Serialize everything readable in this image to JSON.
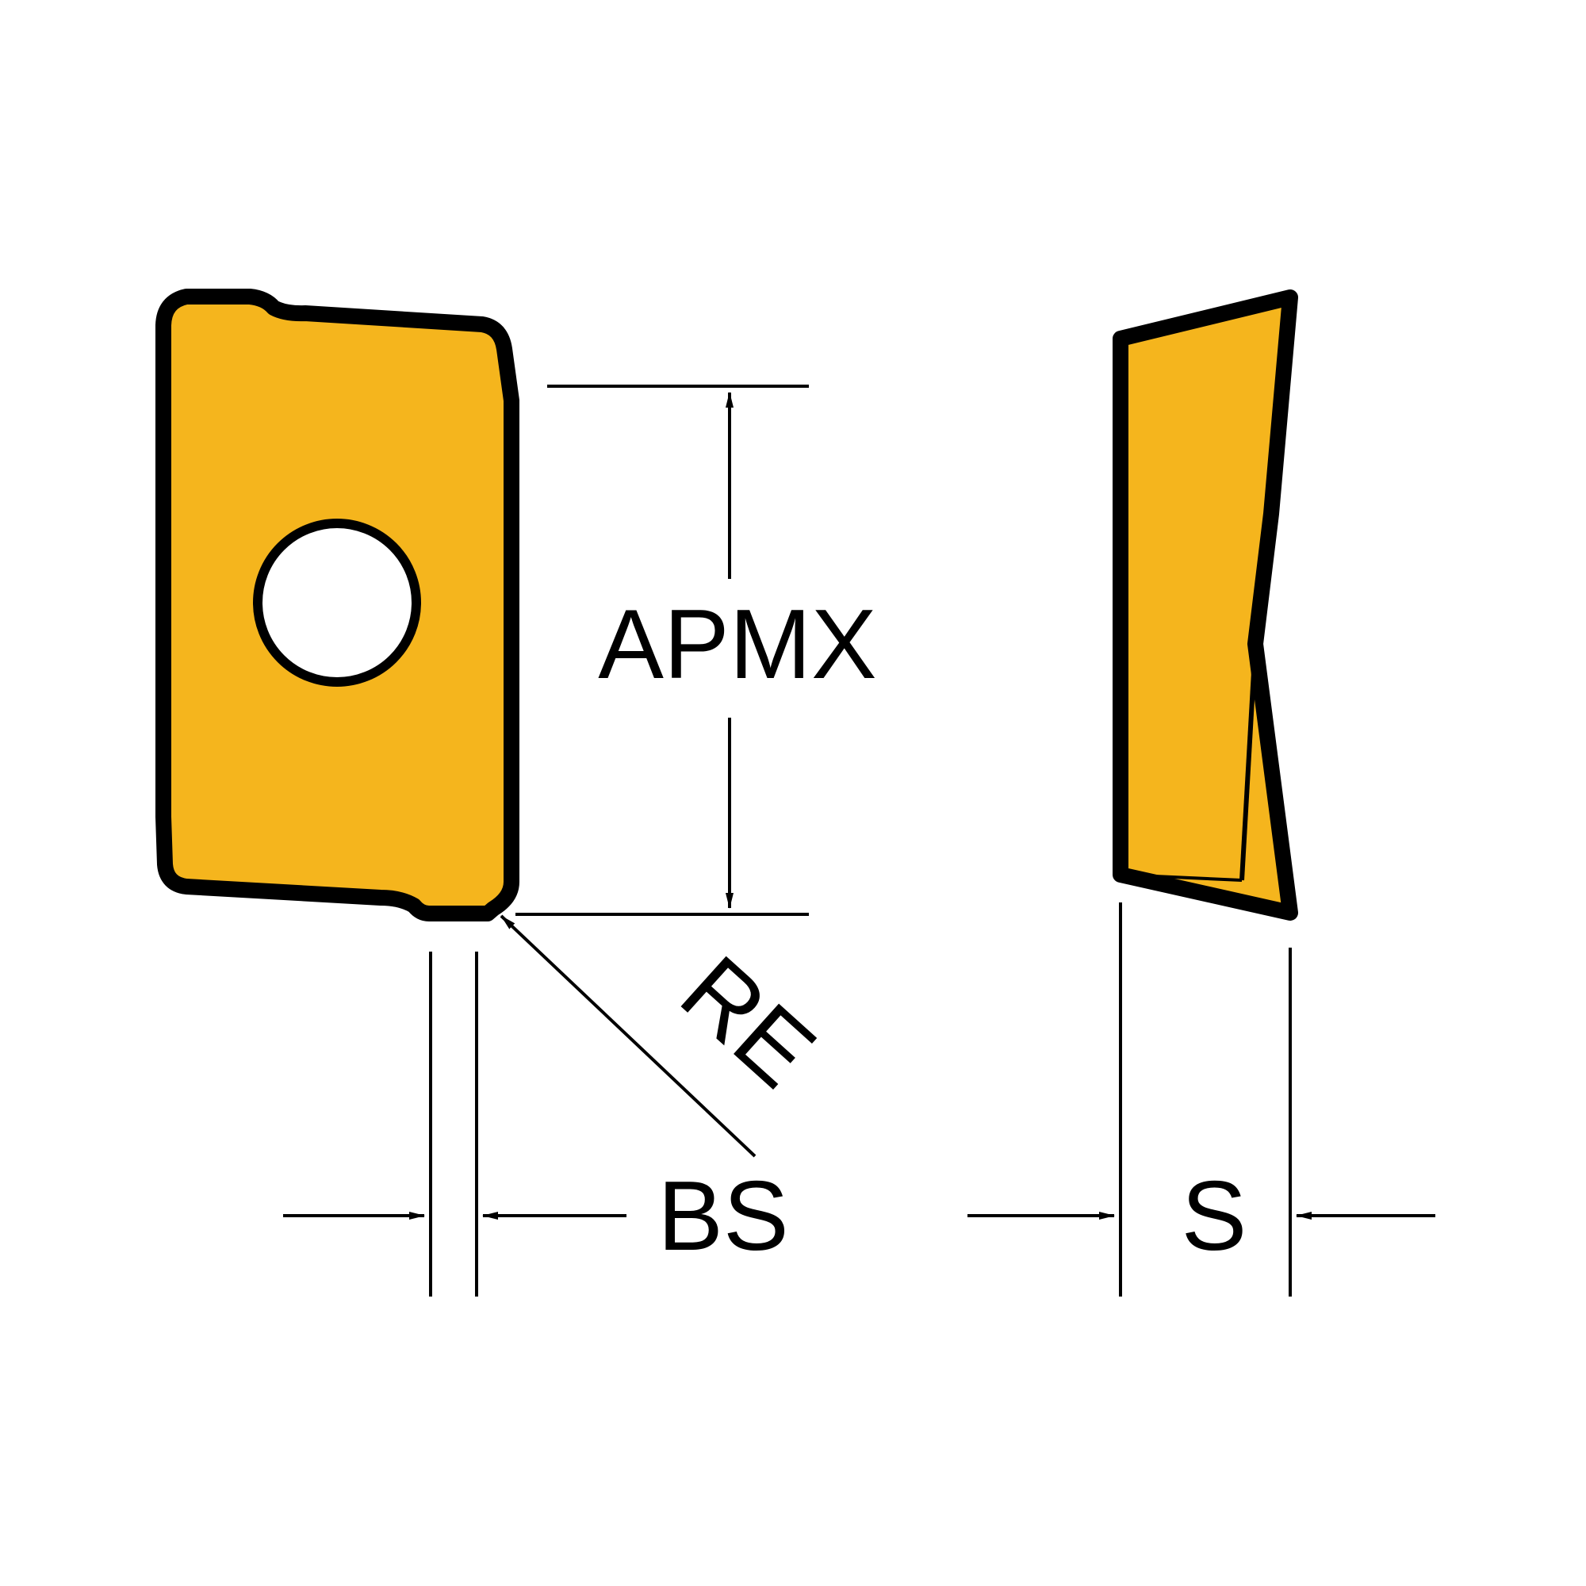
{
  "colors": {
    "insert_fill": "#f5b51d",
    "outline": "#000000",
    "background": "#ffffff",
    "hole_fill": "#ffffff"
  },
  "labels": {
    "apmx": "APMX",
    "re": "RE",
    "bs": "BS",
    "s": "S"
  }
}
